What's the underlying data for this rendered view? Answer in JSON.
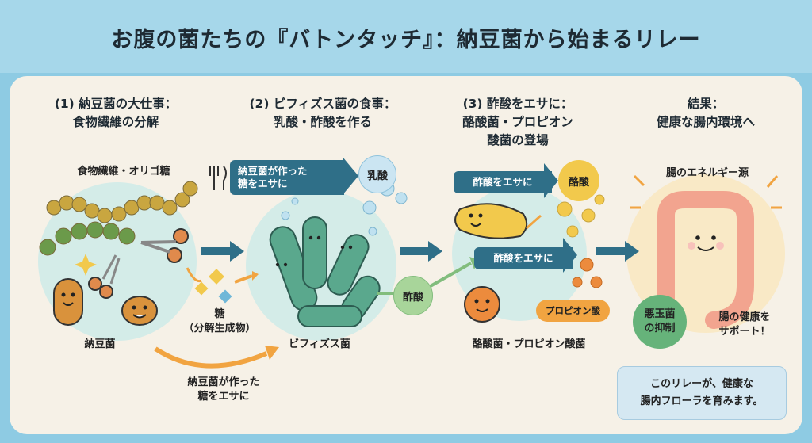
{
  "title": "お腹の菌たちの『バトンタッチ』：納豆菌から始まるリレー",
  "steps": [
    {
      "heading_line1": "(1) 納豆菌の大仕事：",
      "heading_line2": "食物繊維の分解"
    },
    {
      "heading_line1": "(2) ビフィズス菌の食事：",
      "heading_line2": "乳酸・酢酸を作る"
    },
    {
      "heading_line1": "(3) 酢酸をエサに：",
      "heading_line2": "酪酸菌・プロピオン",
      "heading_line3": "酸菌の登場"
    },
    {
      "heading_line1": "結果：",
      "heading_line2": "健康な腸内環境へ"
    }
  ],
  "labels": {
    "fiber": "食物繊維・オリゴ糖",
    "natto": "納豆菌",
    "sugar_line1": "糖",
    "sugar_line2": "（分解生成物）",
    "bottom_arrow_line1": "納豆菌が作った",
    "bottom_arrow_line2": "糖をエサに",
    "bifido": "ビフィズス菌",
    "feed_box_line1": "納豆菌が作った",
    "feed_box_line2": "糖をエサに",
    "lactic": "乳酸",
    "acetic": "酢酸",
    "acetic_feed_1": "酢酸をエサに",
    "acetic_feed_2": "酢酸をエサに",
    "butyric": "酪酸",
    "propionic": "プロピオン酸",
    "butyric_bacteria": "酪酸菌・プロピオン酸菌",
    "energy": "腸のエネルギー源",
    "suppress_line1": "悪玉菌",
    "suppress_line2": "の抑制",
    "support_line1": "腸の健康を",
    "support_line2": "サポート！",
    "note_line1": "このリレーが、健康な",
    "note_line2": "腸内フローラを育みます。"
  },
  "colors": {
    "navy_arrow": "#2f6f88",
    "yellow": "#f2c94c",
    "orange": "#f1a441",
    "green_bacteria": "#5aa88d",
    "bead_green": "#6b9a4a",
    "bead_yellow": "#c9a640",
    "pink_intestine": "#f2a48f",
    "suppress_green": "#66b37a"
  }
}
